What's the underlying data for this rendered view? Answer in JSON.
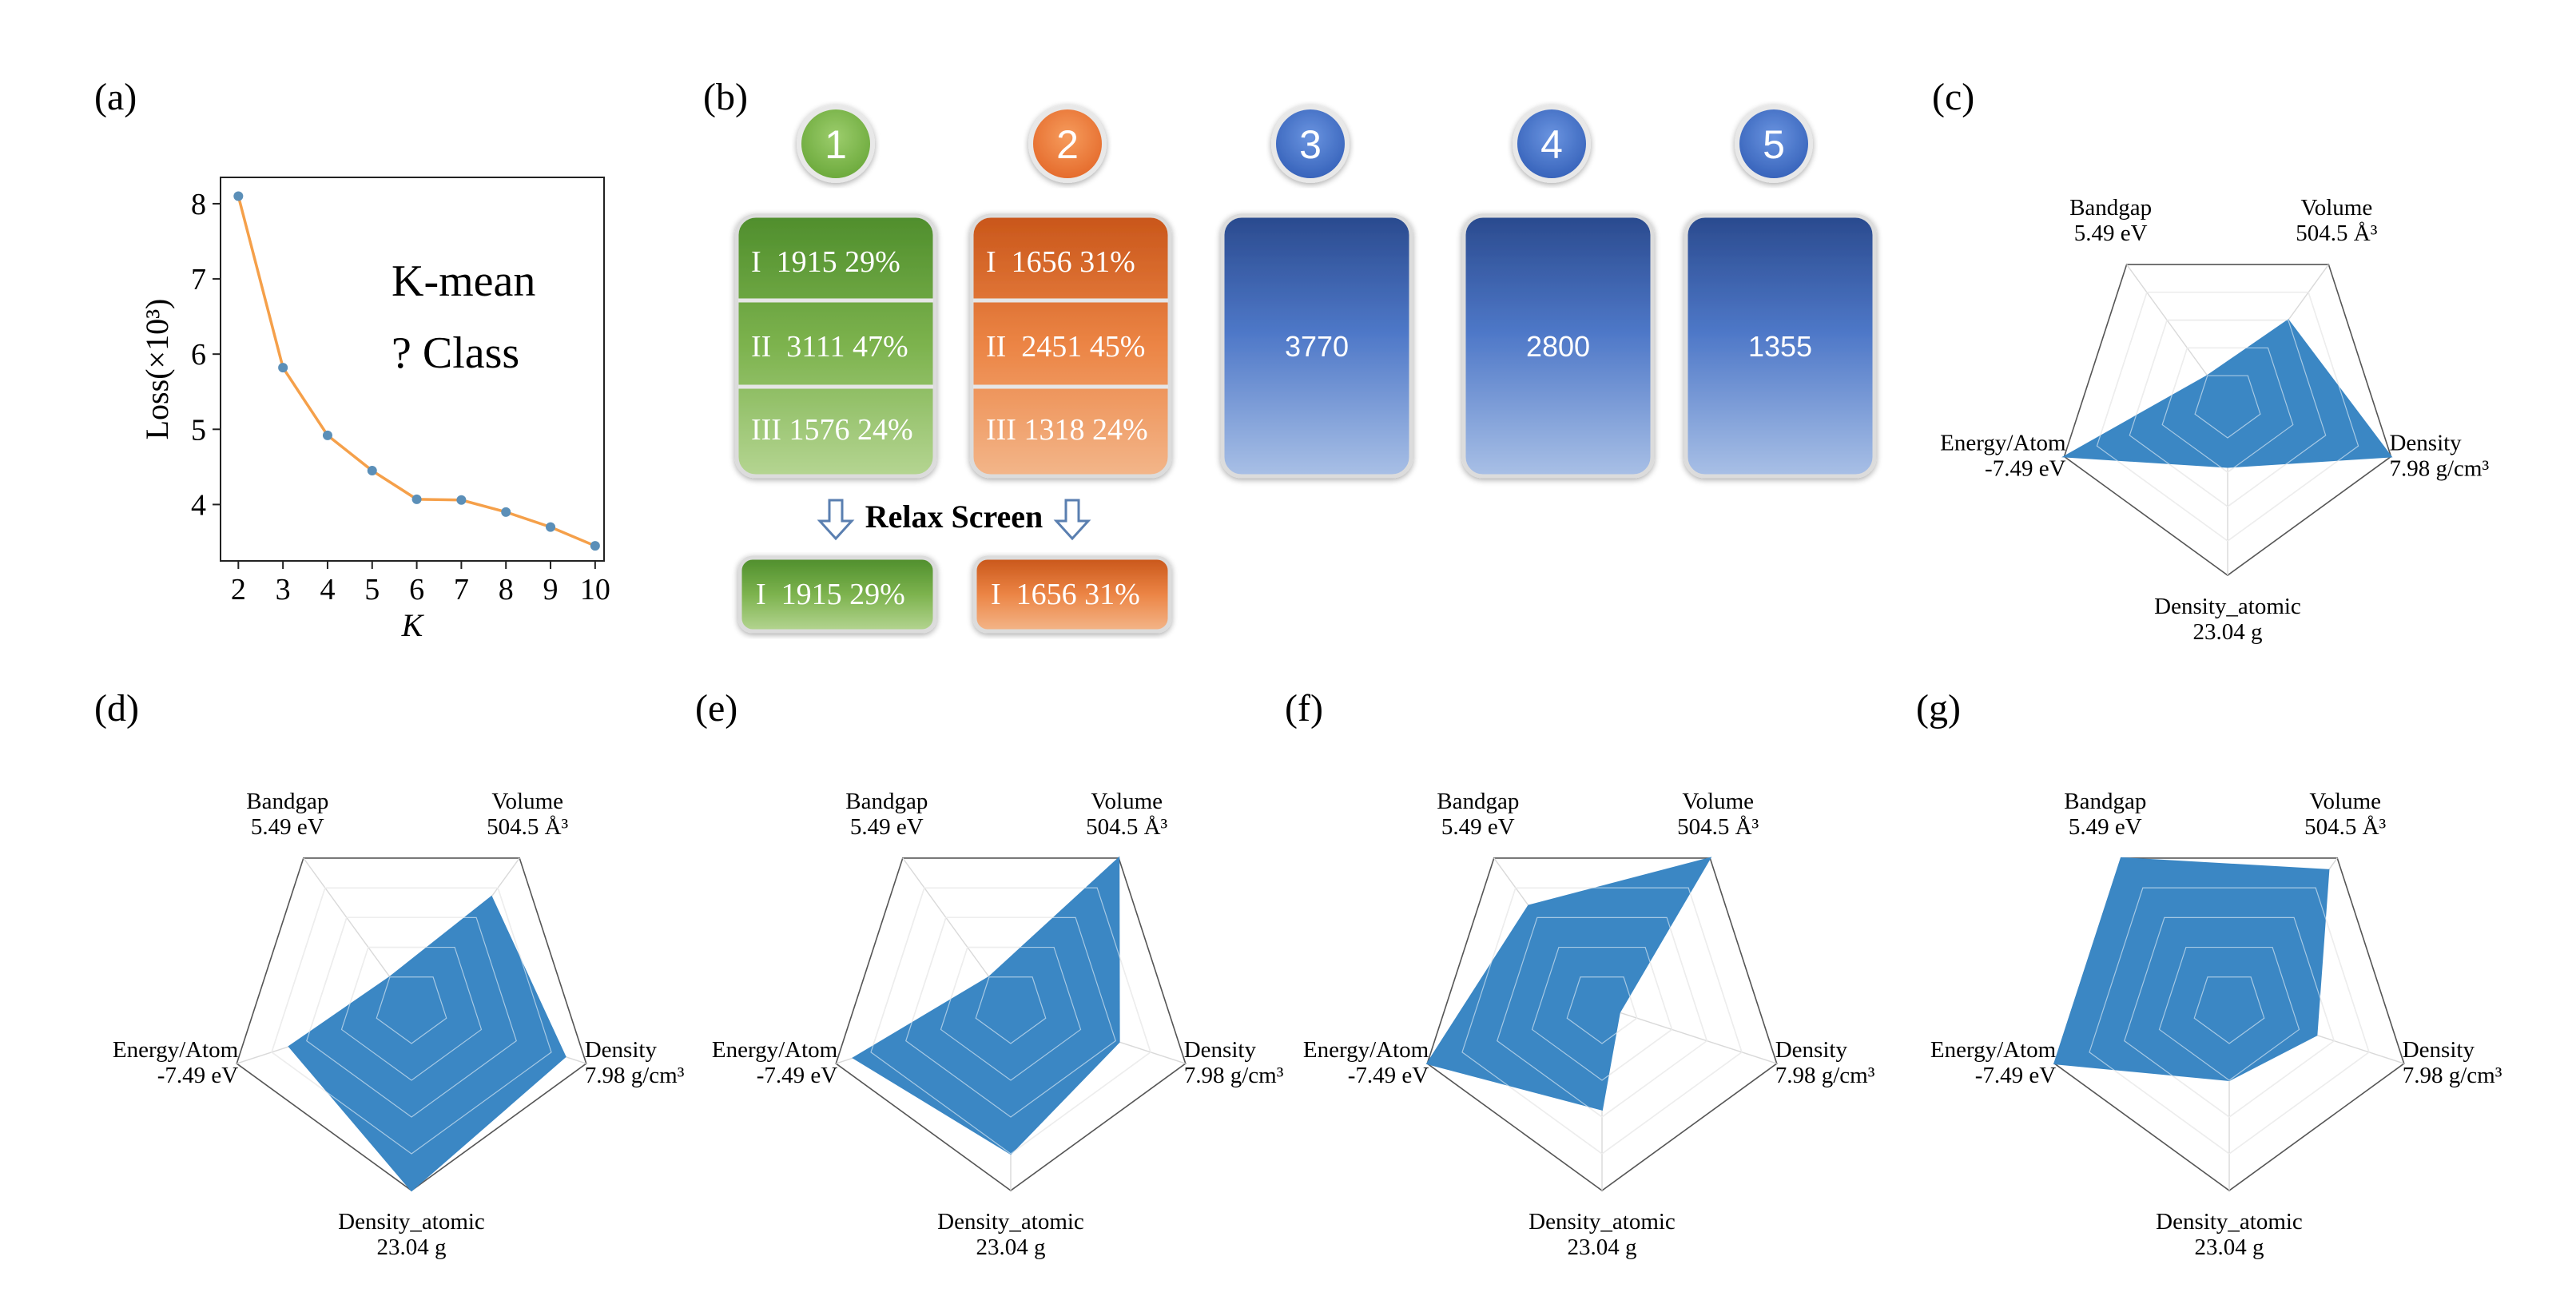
{
  "panels": {
    "a": "(a)",
    "b": "(b)",
    "c": "(c)",
    "d": "(d)",
    "e": "(e)",
    "f": "(f)",
    "g": "(g)"
  },
  "kmeans": {
    "annotation": [
      "K-mean",
      "? Class"
    ]
  },
  "clusters": {
    "circles": [
      {
        "label": "1",
        "color": "#7dbb47"
      },
      {
        "label": "2",
        "color": "#ef7a30"
      },
      {
        "label": "3",
        "color": "#3f6cc7"
      },
      {
        "label": "4",
        "color": "#3f6cc7"
      },
      {
        "label": "5",
        "color": "#3f6cc7"
      }
    ],
    "green_rows": [
      "I  1915 29%",
      "II  3111 47%",
      "III 1576 24%"
    ],
    "orange_rows": [
      "I  1656 31%",
      "II  2451 45%",
      "III 1318 24%"
    ],
    "blue_values": [
      "3770",
      "2800",
      "1355"
    ],
    "relax_label": "Relax Screen",
    "relaxed": [
      "I  1915 29%",
      "I  1656 31%"
    ],
    "colors": {
      "green": "#5b9a37",
      "orange": "#e26a22",
      "blue": "#2d4f9c"
    }
  },
  "radar_axes": [
    {
      "name": "Bandgap",
      "value": "5.49 eV"
    },
    {
      "name": "Volume",
      "value": "504.5 Å³"
    },
    {
      "name": "Density",
      "value": "7.98 g/cm³"
    },
    {
      "name": "Density_atomic",
      "value": "23.04 g"
    },
    {
      "name": "Energy/Atom",
      "value": "-7.49 eV"
    }
  ],
  "chart_data": [
    {
      "type": "line",
      "panel": "a",
      "xlabel": "K",
      "ylabel": "Loss(×10³)",
      "x": [
        2,
        3,
        4,
        5,
        6,
        7,
        8,
        9,
        10
      ],
      "values": [
        8.1,
        5.82,
        4.92,
        4.45,
        4.07,
        4.06,
        3.9,
        3.7,
        3.45
      ],
      "xlim": [
        1.6,
        10.2
      ],
      "ylim": [
        3.25,
        8.35
      ],
      "xticks": [
        2,
        3,
        4,
        5,
        6,
        7,
        8,
        9,
        10
      ],
      "yticks": [
        4,
        5,
        6,
        7,
        8
      ],
      "line_color": "#f5a04a",
      "marker_color": "#5b8fb8"
    },
    {
      "type": "radar",
      "panel": "c",
      "categories": [
        "Bandgap",
        "Volume",
        "Density",
        "Density_atomic",
        "Energy/Atom"
      ],
      "values": [
        0.2,
        0.6,
        1.0,
        0.37,
        1.0
      ],
      "color": "#3b87c4"
    },
    {
      "type": "radar",
      "panel": "d",
      "categories": [
        "Bandgap",
        "Volume",
        "Density",
        "Density_atomic",
        "Energy/Atom"
      ],
      "values": [
        0.2,
        0.74,
        0.88,
        1.0,
        0.7
      ],
      "color": "#3b87c4"
    },
    {
      "type": "radar",
      "panel": "e",
      "categories": [
        "Bandgap",
        "Volume",
        "Density",
        "Density_atomic",
        "Energy/Atom"
      ],
      "values": [
        0.2,
        1.0,
        0.62,
        0.8,
        0.9
      ],
      "color": "#3b87c4"
    },
    {
      "type": "radar",
      "panel": "f",
      "categories": [
        "Bandgap",
        "Volume",
        "Density",
        "Density_atomic",
        "Energy/Atom"
      ],
      "values": [
        0.68,
        1.0,
        0.1,
        0.56,
        1.0
      ],
      "color": "#3b87c4"
    },
    {
      "type": "radar",
      "panel": "g",
      "categories": [
        "Bandgap",
        "Volume",
        "Density",
        "Density_atomic",
        "Energy/Atom"
      ],
      "values": [
        1.0,
        0.92,
        0.5,
        0.4,
        1.0
      ],
      "color": "#3b87c4"
    }
  ]
}
